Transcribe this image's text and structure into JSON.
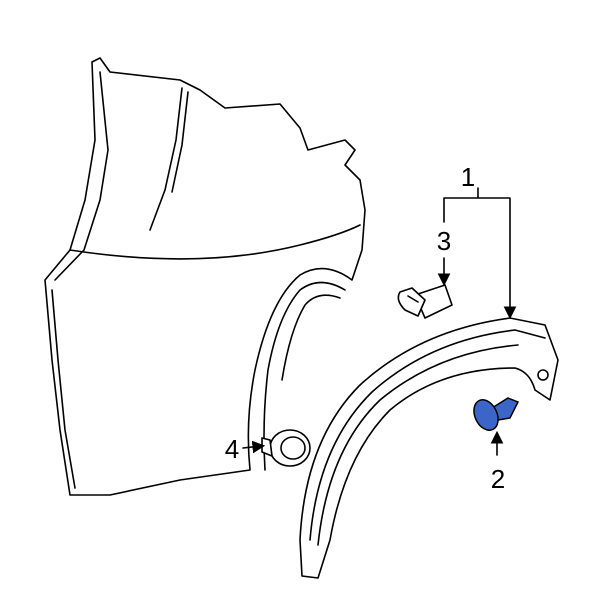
{
  "diagram": {
    "callouts": [
      {
        "id": "1",
        "label": "1"
      },
      {
        "id": "2",
        "label": "2"
      },
      {
        "id": "3",
        "label": "3"
      },
      {
        "id": "4",
        "label": "4"
      }
    ],
    "highlight_part": "2",
    "colors": {
      "highlight": "#3b66c8",
      "line": "#000000"
    }
  }
}
